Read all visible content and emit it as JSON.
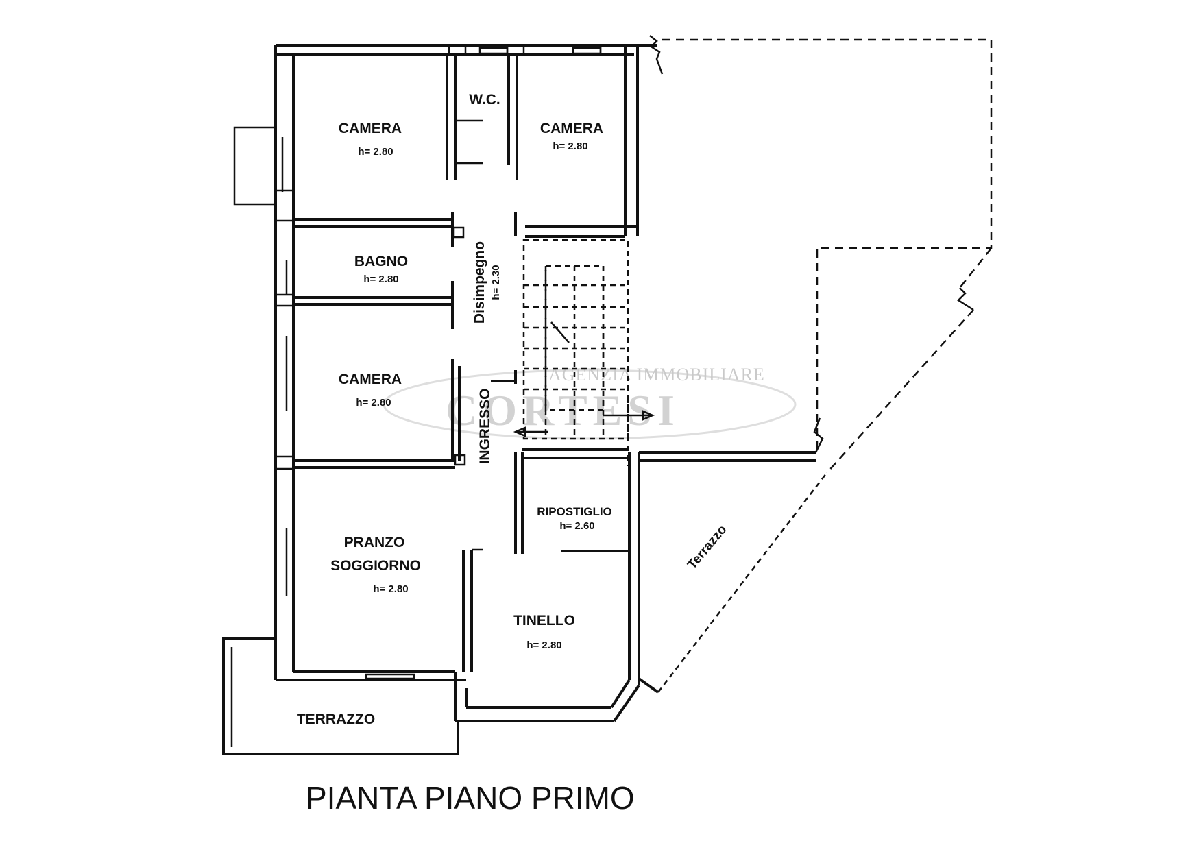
{
  "rooms": {
    "camera_nw": {
      "name": "CAMERA",
      "height": "h= 2.80"
    },
    "wc": {
      "name": "W.C."
    },
    "camera_ne": {
      "name": "CAMERA",
      "height": "h= 2.80"
    },
    "bagno": {
      "name": "BAGNO",
      "height": "h= 2.80"
    },
    "disimpegno": {
      "name": "Disimpegno",
      "height": "h= 2.30"
    },
    "camera_mid": {
      "name": "CAMERA",
      "height": "h= 2.80"
    },
    "ingresso": {
      "name": "INGRESSO"
    },
    "ripostiglio": {
      "name": "RIPOSTIGLIO",
      "height": "h= 2.60"
    },
    "pranzo": {
      "name1": "PRANZO",
      "name2": "SOGGIORNO",
      "height": "h= 2.80"
    },
    "tinello": {
      "name": "TINELLO",
      "height": "h= 2.80"
    },
    "terrazzo_sw": {
      "name": "TERRAZZO"
    },
    "terrazzo_e": {
      "name": "Terrazzo"
    }
  },
  "watermark": {
    "line1": "AGENZIA IMMOBILIARE",
    "line2": "CORTESI"
  },
  "plan_title": "PIANTA PIANO PRIMO",
  "colors": {
    "ink": "#111111",
    "watermark": "#c9c9c9",
    "background": "#ffffff"
  }
}
